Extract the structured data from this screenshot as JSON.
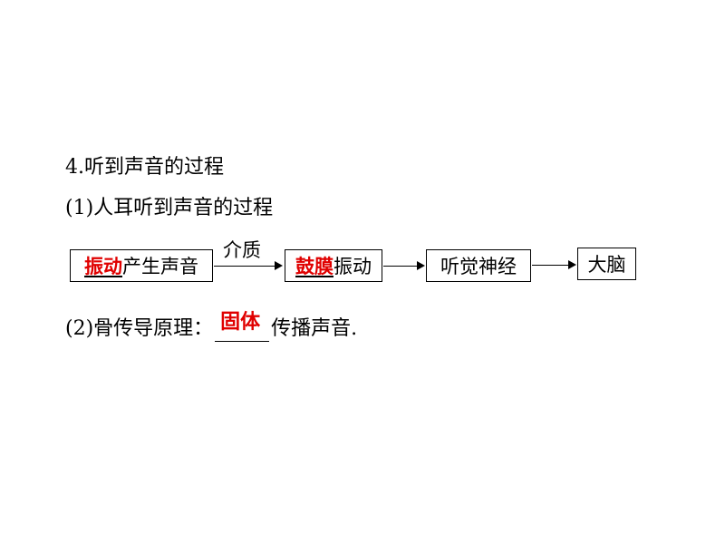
{
  "heading": "4.听到声音的过程",
  "part1": {
    "title": "(1)人耳听到声音的过程",
    "medium_label": "介质",
    "boxes": [
      {
        "answer": "振动",
        "text": "产生声音"
      },
      {
        "answer": "鼓膜",
        "text": "振动"
      },
      {
        "text": "听觉神经"
      },
      {
        "text": "大脑"
      }
    ]
  },
  "part2": {
    "prefix": "(2)骨传导原理：",
    "answer": "固体",
    "suffix": "传播声音."
  }
}
